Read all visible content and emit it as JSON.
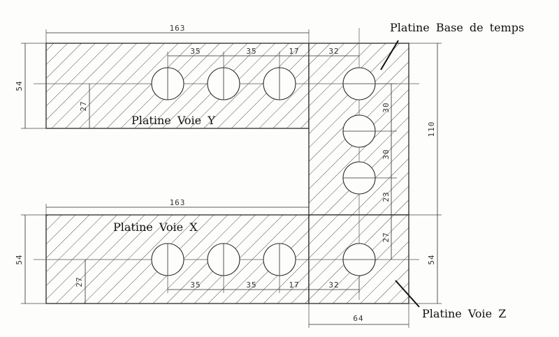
{
  "labels": {
    "timebase": "Platine Base de temps",
    "voie_y": "Platine Voie Y",
    "voie_x": "Platine Voie X",
    "voie_z": "Platine Voie Z"
  },
  "dimensions": {
    "top_width": "163",
    "top_35_a": "35",
    "top_35_b": "35",
    "top_17": "17",
    "top_32": "32",
    "top_height": "54",
    "top_hole_offset": "27",
    "right_30_a": "30",
    "right_30_b": "30",
    "right_23": "23",
    "right_27": "27",
    "right_110": "110",
    "right_54": "54",
    "bottom_width": "163",
    "bottom_height": "54",
    "bottom_hole_offset": "27",
    "bottom_35_a": "35",
    "bottom_35_b": "35",
    "bottom_17": "17",
    "bottom_32": "32",
    "bottom_64": "64"
  }
}
